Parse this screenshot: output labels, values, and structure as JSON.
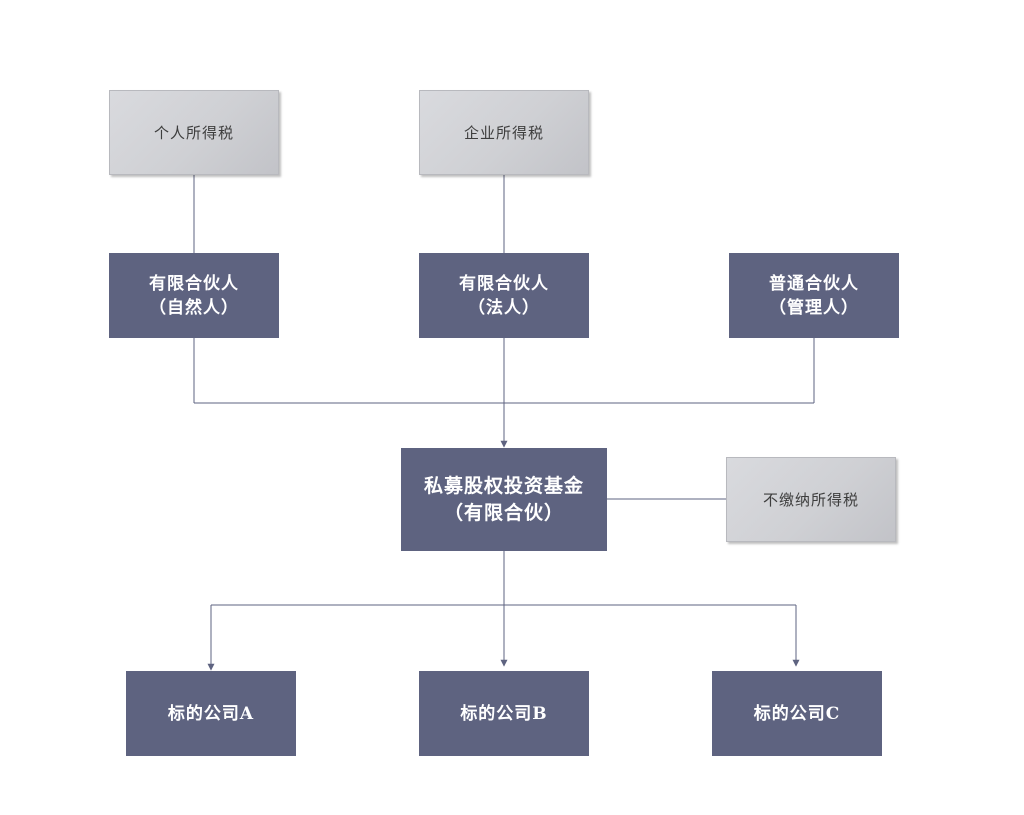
{
  "colors": {
    "entity_fill": "#5e6380",
    "tax_fill": "#cfd0d4",
    "connector": "#5e6380"
  },
  "tax_boxes": {
    "individual": "个人所得税",
    "corporate": "企业所得税",
    "exempt": "不缴纳所得税"
  },
  "partners": {
    "lp_natural": {
      "line1": "有限合伙人",
      "line2": "（自然人）"
    },
    "lp_legal": {
      "line1": "有限合伙人",
      "line2": "（法人）"
    },
    "gp": {
      "line1": "普通合伙人",
      "line2": "（管理人）"
    }
  },
  "fund": {
    "line1": "私募股权投资基金",
    "line2": "（有限合伙）"
  },
  "targets": {
    "a": "标的公司A",
    "b": "标的公司B",
    "c": "标的公司C"
  }
}
